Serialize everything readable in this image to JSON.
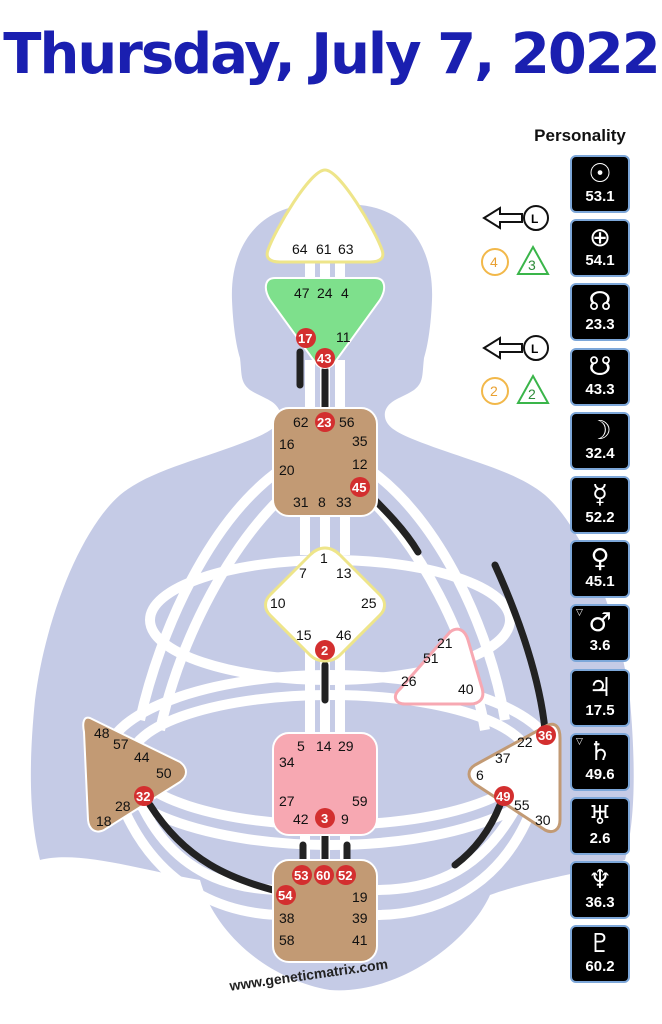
{
  "title": "Thursday, July 7, 2022",
  "personality_label": "Personality",
  "watermark": "www.geneticmatrix.com",
  "arrows": [
    {
      "circle_num": "4",
      "triangle_num": "3"
    },
    {
      "circle_num": "2",
      "triangle_num": "2"
    }
  ],
  "planets": [
    {
      "name": "sun",
      "symbol": "☉",
      "value": "53.1",
      "flag": ""
    },
    {
      "name": "earth",
      "symbol": "⊕",
      "value": "54.1",
      "flag": ""
    },
    {
      "name": "north-node",
      "symbol": "☊",
      "value": "23.3",
      "flag": ""
    },
    {
      "name": "south-node",
      "symbol": "☋",
      "value": "43.3",
      "flag": ""
    },
    {
      "name": "moon",
      "symbol": "☽",
      "value": "32.4",
      "flag": ""
    },
    {
      "name": "mercury",
      "symbol": "☿",
      "value": "52.2",
      "flag": ""
    },
    {
      "name": "venus",
      "symbol": "♀",
      "value": "45.1",
      "flag": ""
    },
    {
      "name": "mars",
      "symbol": "♂",
      "value": "3.6",
      "flag": "▽"
    },
    {
      "name": "jupiter",
      "symbol": "♃",
      "value": "17.5",
      "flag": ""
    },
    {
      "name": "saturn",
      "symbol": "♄",
      "value": "49.6",
      "flag": "▽"
    },
    {
      "name": "uranus",
      "symbol": "♅",
      "value": "2.6",
      "flag": ""
    },
    {
      "name": "neptune",
      "symbol": "♆",
      "value": "36.3",
      "flag": ""
    },
    {
      "name": "pluto",
      "symbol": "♇",
      "value": "60.2",
      "flag": ""
    }
  ],
  "centers": {
    "head": {
      "gates": [
        "64",
        "61",
        "63"
      ]
    },
    "ajna": {
      "gates": [
        "47",
        "24",
        "4",
        "11"
      ],
      "active": [
        "17",
        "43"
      ]
    },
    "throat": {
      "gates": [
        "62",
        "56",
        "16",
        "35",
        "20",
        "12",
        "31",
        "8",
        "33"
      ],
      "active": [
        "23",
        "45"
      ]
    },
    "g": {
      "gates": [
        "1",
        "7",
        "13",
        "10",
        "25",
        "15",
        "46"
      ],
      "active": [
        "2"
      ]
    },
    "heart": {
      "gates": [
        "21",
        "51",
        "26",
        "40"
      ]
    },
    "spleen": {
      "gates": [
        "48",
        "57",
        "44",
        "50",
        "28",
        "18"
      ],
      "active": [
        "32"
      ]
    },
    "sacral": {
      "gates": [
        "5",
        "14",
        "29",
        "34",
        "27",
        "59",
        "42",
        "9"
      ],
      "active": [
        "3"
      ]
    },
    "solar_plexus": {
      "gates": [
        "22",
        "37",
        "6",
        "55",
        "30"
      ],
      "active": [
        "36",
        "49"
      ]
    },
    "root": {
      "gates": [
        "19",
        "38",
        "39",
        "58",
        "41"
      ],
      "active": [
        "53",
        "60",
        "52",
        "54"
      ]
    }
  },
  "colors": {
    "title": "#1a1fb0",
    "body": "#c5cbe6",
    "active_gate": "#d32f2f",
    "brown": "#c29a74",
    "green": "#7ee08c",
    "pink": "#f7a8b2",
    "yellow_border": "#eee58a",
    "box_border": "#7da7d9"
  }
}
